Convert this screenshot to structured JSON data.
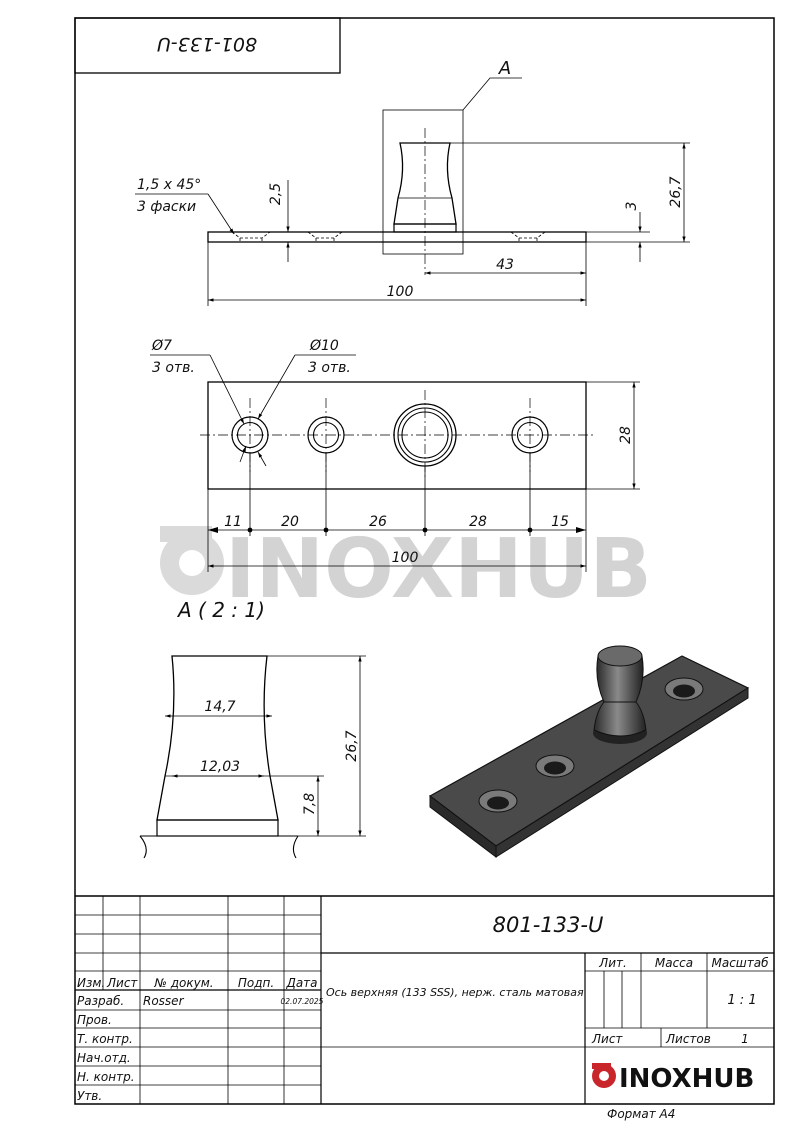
{
  "drawing": {
    "stamp_code_rotated": "801-133-U",
    "detail_callout": "A",
    "detail_view_title": "A ( 2 : 1)",
    "side_view": {
      "chamfer_line1": "1,5 x 45°",
      "chamfer_line2": "3 фаски",
      "dim_chamfer_depth": "2,5",
      "dim_plate_thickness": "3",
      "dim_total_height": "26,7",
      "dim_pin_offset": "43",
      "dim_length": "100"
    },
    "top_view": {
      "hole_small_diam": "Ø7",
      "hole_small_count": "3 отв.",
      "hole_large_diam": "Ø10",
      "hole_large_count": "3 отв.",
      "dim_width": "28",
      "dim_seg1": "11",
      "dim_seg2": "20",
      "dim_seg3": "26",
      "dim_seg4": "28",
      "dim_seg5": "15",
      "dim_length": "100"
    },
    "detail_view": {
      "dim_top_diam": "14,7",
      "dim_neck_diam": "12,03",
      "dim_base_height": "7,8",
      "dim_height": "26,7"
    },
    "watermark": "INOXHUB"
  },
  "title_block": {
    "designation": "801-133-U",
    "name": "Ось верхняя (133 SSS), нерж. сталь матовая",
    "headers": {
      "izm": "Изм.",
      "list": "Лист",
      "doc_no": "№ докум.",
      "sign": "Подп.",
      "date": "Дата"
    },
    "roles": [
      "Разраб.",
      "Пров.",
      "Т. контр.",
      "Нач.отд.",
      "Н. контр.",
      "Утв."
    ],
    "developer": "Rosser",
    "date": "02.07.2025",
    "lit_label": "Лит.",
    "mass_label": "Масса",
    "scale_label": "Масштаб",
    "scale_value": "1 : 1",
    "sheet_label": "Лист",
    "sheets_label": "Листов",
    "sheets_value": "1",
    "logo_text": "INOXHUB",
    "format": "Формат A4"
  },
  "colors": {
    "line": "#000000",
    "watermark": "#cfcfcf",
    "logo_red": "#c8262b",
    "plate_dark": "#3a3a3a"
  }
}
